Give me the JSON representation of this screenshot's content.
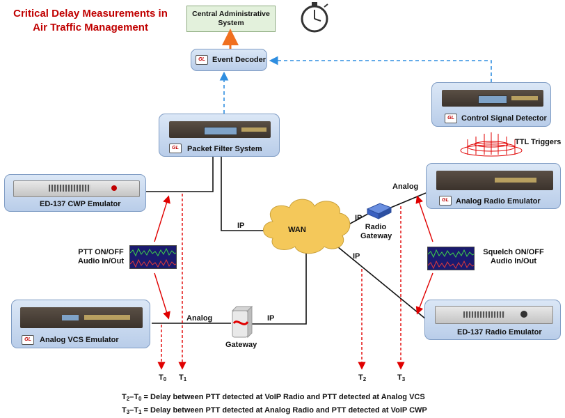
{
  "title": "Critical Delay Measurements in Air Traffic Management",
  "nodes": {
    "central_admin": "Central Administrative System",
    "event_decoder": "Event Decoder",
    "control_signal_detector": "Control Signal Detector",
    "packet_filter": "Packet Filter System",
    "cwp_emulator": "ED-137 CWP Emulator",
    "analog_radio_emulator": "Analog Radio Emulator",
    "analog_vcs_emulator": "Analog VCS Emulator",
    "radio_emulator": "ED-137 Radio Emulator",
    "radio_gateway": "Radio Gateway",
    "gateway": "Gateway",
    "wan": "WAN",
    "gl_badge": "GL"
  },
  "labels": {
    "ttl_triggers": "TTL Triggers",
    "ptt": "PTT ON/OFF Audio In/Out",
    "squelch": "Squelch ON/OFF Audio In/Out",
    "ip": "IP",
    "analog": "Analog"
  },
  "markers": {
    "t0": "T",
    "t0_sub": "0",
    "t1": "T",
    "t1_sub": "1",
    "t2": "T",
    "t2_sub": "2",
    "t3": "T",
    "t3_sub": "3"
  },
  "formulas": {
    "line1": {
      "a": "T",
      "a_sub": "2",
      "dash": "–",
      "b": "T",
      "b_sub": "0",
      "text": " = Delay between PTT detected at VoIP Radio and PTT detected at Analog VCS"
    },
    "line2": {
      "a": "T",
      "a_sub": "3",
      "dash": "–",
      "b": "T",
      "b_sub": "1",
      "text": " = Delay between PTT detected at Analog Radio and PTT detected at VoIP CWP"
    }
  },
  "colors": {
    "title": "#c00000",
    "red_line": "#e00000",
    "blue_dash": "#2f8ee0",
    "orange_arrow": "#f07020",
    "cloud": "#f4c85a"
  }
}
